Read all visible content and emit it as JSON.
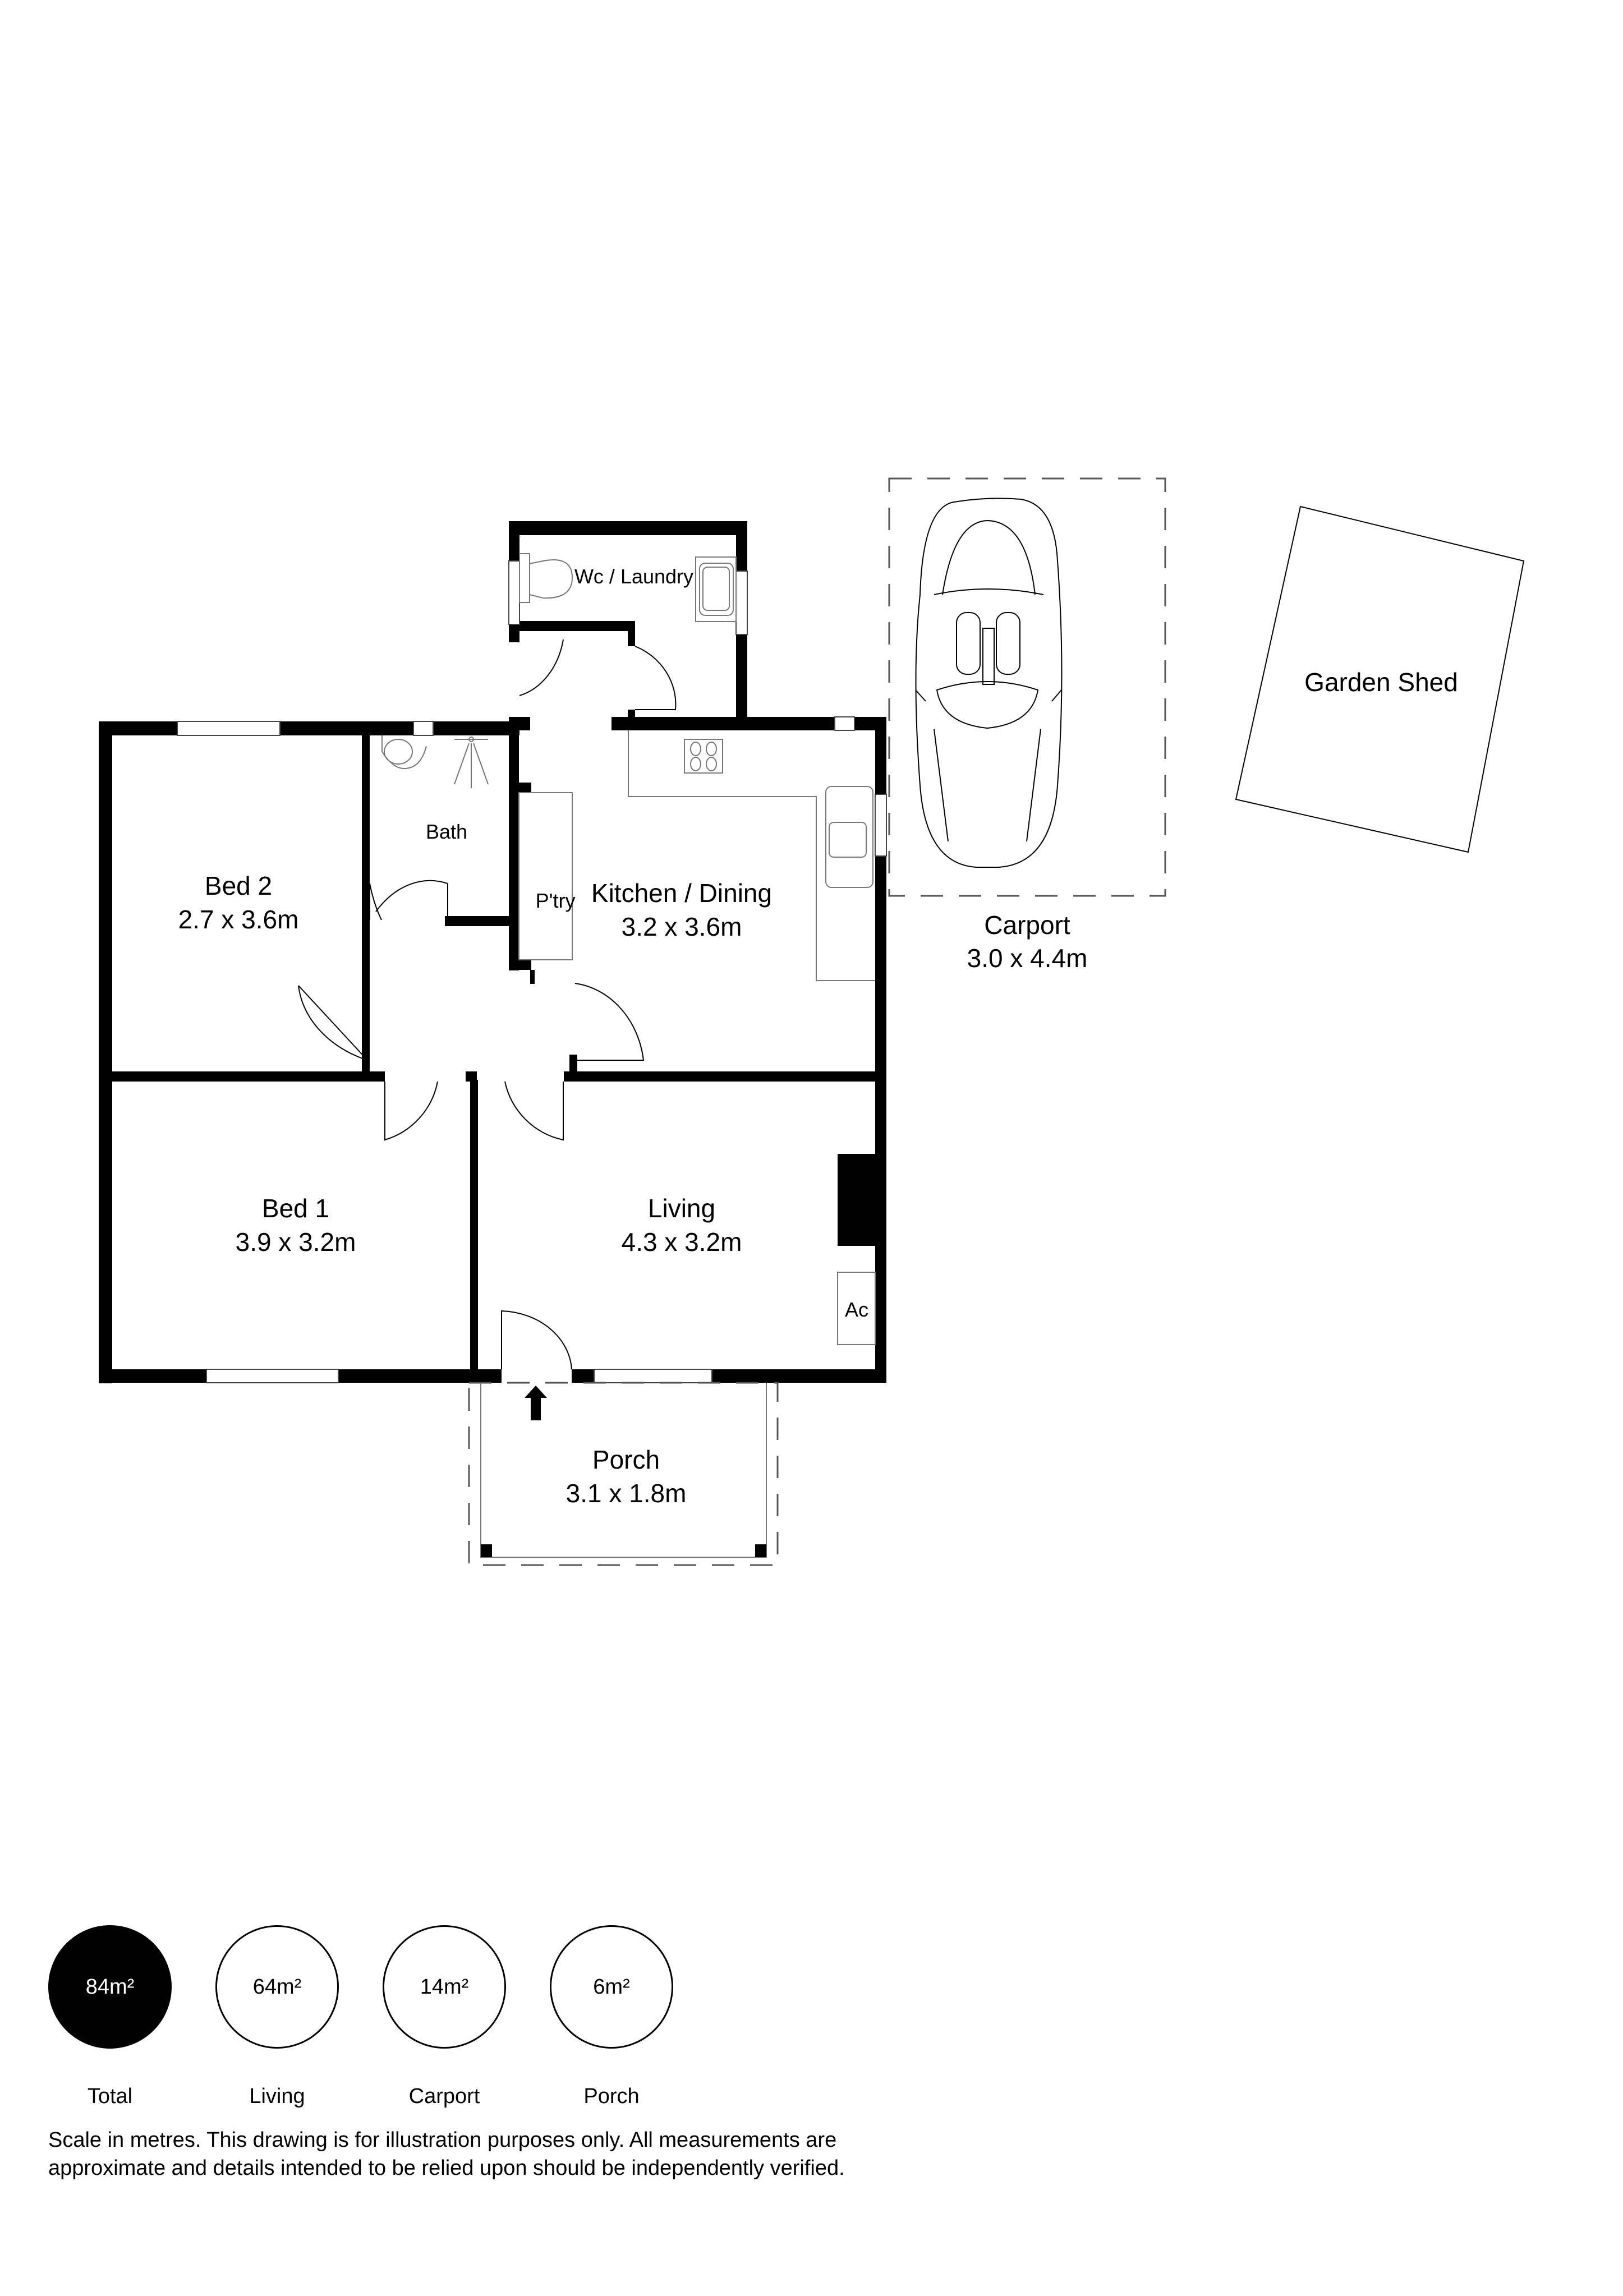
{
  "rooms": {
    "wc_laundry": {
      "name": "Wc / Laundry"
    },
    "bath": {
      "name": "Bath"
    },
    "pantry": {
      "name": "P'try"
    },
    "bed2": {
      "name": "Bed 2",
      "dims": "2.7 x 3.6m"
    },
    "kitchen_dining": {
      "name": "Kitchen / Dining",
      "dims": "3.2 x 3.6m"
    },
    "bed1": {
      "name": "Bed 1",
      "dims": "3.9 x 3.2m"
    },
    "living": {
      "name": "Living",
      "dims": "4.3 x 3.2m"
    },
    "ac": {
      "name": "Ac"
    },
    "porch": {
      "name": "Porch",
      "dims": "3.1 x 1.8m"
    },
    "carport": {
      "name": "Carport",
      "dims": "3.0 x 4.4m"
    },
    "garden_shed": {
      "name": "Garden Shed"
    }
  },
  "areas": [
    {
      "value": "84m²",
      "label": "Total",
      "filled": true
    },
    {
      "value": "64m²",
      "label": "Living",
      "filled": false
    },
    {
      "value": "14m²",
      "label": "Carport",
      "filled": false
    },
    {
      "value": "6m²",
      "label": "Porch",
      "filled": false
    }
  ],
  "disclaimer": {
    "line1": "Scale in metres. This drawing is for illustration purposes only. All measurements are",
    "line2": "approximate and details intended to be relied upon should be independently verified."
  },
  "colors": {
    "wall": "#000000",
    "background": "#ffffff",
    "total_fill": "#000000"
  }
}
